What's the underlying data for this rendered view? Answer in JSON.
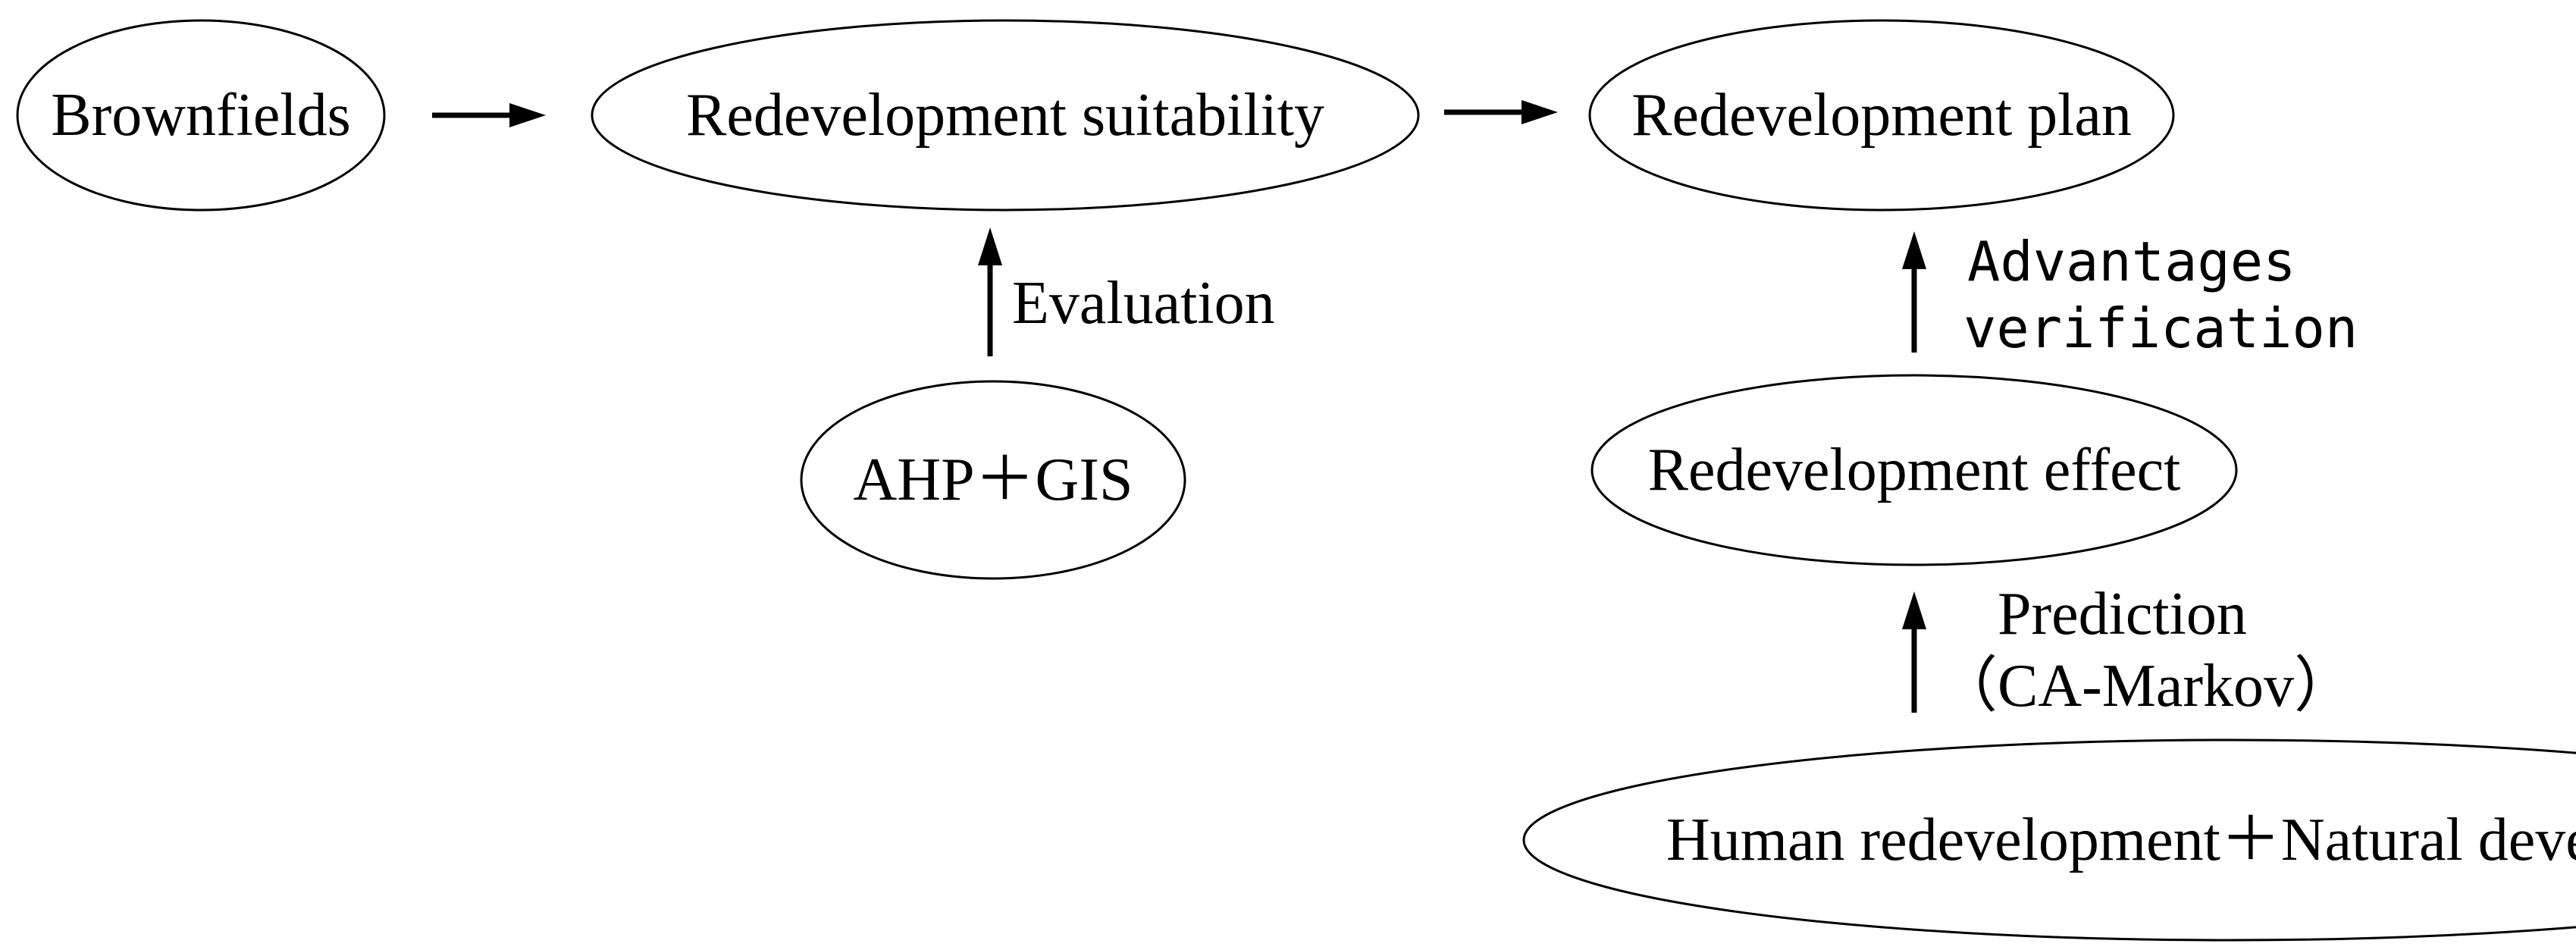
{
  "nodes": {
    "brownfields": "Brownfields",
    "suitability": "Redevelopment suitability",
    "plan": "Redevelopment plan",
    "ahp_gis": "AHP＋GIS",
    "effect": "Redevelopment effect",
    "human_natural": "Human redevelopment＋Natural development"
  },
  "edge_labels": {
    "evaluation": "Evaluation",
    "advantages_line1": "Advantages",
    "advantages_line2": "verification",
    "prediction_line1": "Prediction",
    "prediction_line2": "（CA-Markov）"
  }
}
